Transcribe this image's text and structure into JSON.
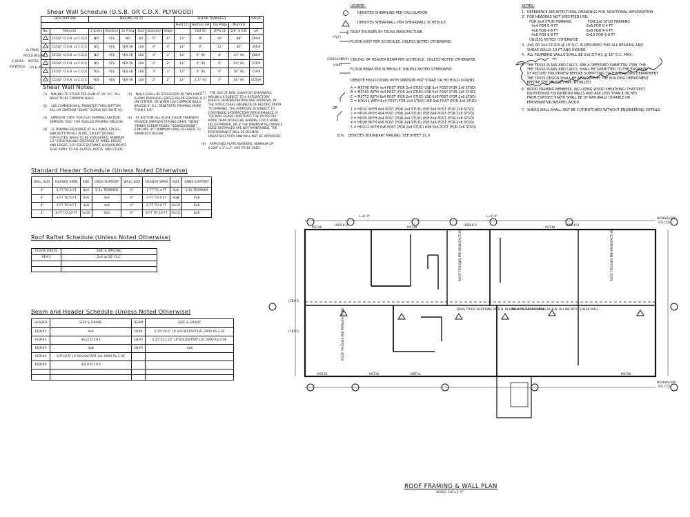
{
  "shear_wall": {
    "title": "Shear Wall Schedule (O.S.B. OR C.D.X. PLYWOOD)",
    "col_description": "DESCRIPTION",
    "col_nailing": "NAILING (5)(7)",
    "col_shear": "SHEAR TRANSFER",
    "col_value": "VALUE",
    "sub": [
      "No.",
      "Material",
      "2 Sides",
      "Blocked",
      "3x Frmg",
      "Size",
      "Boundry",
      "Edge",
      "Field (1)",
      "16d (2)",
      "LTPS (3)",
      "5/8\" ø A.B.",
      "plf"
    ],
    "sub_bottom": "Bottom Sill",
    "sub_top": "Top Plate",
    "sub_mud": "Mud Sill",
    "rows": [
      [
        "15/32\" O.S.B. or C.D.X",
        "NO",
        "YES",
        "NO",
        "8d",
        "6\"",
        "6\"",
        "12\"",
        "8\"",
        "16\"",
        "48\"",
        "260#"
      ],
      [
        "15/32\" O.S.B. or C.D.X",
        "NO",
        "YES",
        "YES (4)",
        "10d",
        "4\"",
        "4\"",
        "12\"",
        "6\"",
        "12\"",
        "36\"",
        "340#"
      ],
      [
        "15/32\" O.S.B. or C.D.X",
        "NO",
        "YES",
        "YES (4)",
        "10d",
        "3\"",
        "3\"",
        "12\"",
        "5\" (6)",
        "8\"",
        "24\" (6)",
        "460#"
      ],
      [
        "15/32\" O.S.B. or C.D.X",
        "NO",
        "YES",
        "YES (4)",
        "10d",
        "2\"",
        "2\"",
        "12\"",
        "4\" (6)",
        "6\"",
        "24\" (6)",
        "570#"
      ],
      [
        "15/32\" O.S.B. or C.D.X",
        "YES",
        "YES",
        "YES (4)",
        "10d",
        "3\"",
        "3\"",
        "12\"",
        "4\" (6)",
        "6\"",
        "16\" (6)",
        "720#"
      ],
      [
        "15/32\" O.S.B. or C.D.X",
        "YES",
        "YES",
        "YES (4)",
        "10d",
        "2\"",
        "2\"",
        "12\"",
        "1.5\" (6)",
        "4\"",
        "16\" (6)",
        "1150#"
      ]
    ],
    "side_labels": [
      "3x FRMG",
      "REQ'D BELOW",
      "2 SIDES",
      "PLYWOOD",
      "NOTES",
      "(4) & (6)"
    ]
  },
  "shear_notes": {
    "title": "Shear Wall Notes:",
    "col1": "(1)    NAILING TO STUDS PER PLAN AT 16\" O.C. ALL\n       NAILS TO BE COMMON NAILS\n\n(2)    16D COMMON NAIL TRANSFER THRU BOTTOM\n       SILL OR SIMPSON \"SDWS\" SCREW SEE NOTE (6).\n\n(3)    SIMPSON \"LTP4\" FOR FLAT FRAMING ANCHOR,\n       SIMPSON \"A35\" FOR ANGLED FRAMING ANCHOR.\n\n(4)    3x FRAMING REQUIRED AT ALL PANEL EDGES,\n       AND BOTTOM SILL PLATE, EXCEPT DOUBLE\n       TOP-PLATES. NAILS TO BE STAGGERED. MINIMUM\n       1/2\" EDGE NAILING DISTANCE AT PANEL EDGES\n       AND EDGES. 1/2\" EDGE DISTANCE REQUIREMENTS\n       ALSO APPLY TO ALL PLATES, POSTS, AND STUDS.",
    "col2": "(5)    NAILS SHALL BE STAGGERED IN TWO LINES\n       ALONG PARRALLEL EDGES WHEN SPACING IS 2\"\n       ON CENTER, OR WHEN 10d COMMON NAILS\n       SPACED 3\" O.C. PENETRATE FRAMING MORE\n       THAN 1 5/8\".\n\n(6)    AT BOTTOM SILL PLATE FLOOR TRANSFER\n       PROVIDE SIMPSON STRONG DRIVE \"SDWS\"\n       TIMBER SCREW MODEL \"SDWS22600DB\"\n       6 INCHES (6\") MINIMUM LONG SECURED TO\n       RIM/BLOCK BELOW",
    "col3": "(7)    THE USE OF NAIL GUNS FOR SHEARWALL\n       NAILING IS SUBJECT TO A SATISFACTORY\n       JOBSITE DEMONSTRATION AND APPROVAL BY\n       THE STRUCTURAL ENGINEER OF RECORD PRIOR\n       TO FRAMING. THE APPROVAL IS SUBJECT TO\n       CONTINUED SATISFACTORY PERFORMANCE. IF\n       THE NAIL HEADS PENETRATE THE OUTER PLY\n       MORE THAN WOULD BE NORMAL FOR A HAND\n       HELD HAMMER, OR IF THE MINIMUM ALLOWABLE\n       EDGE DISTANCES ARE NOT MAINTAINED, THE\n       PERFORMANCE WILL BE DEEMED\n       UNSATISFACTORY AND WILL NOT BE APPROVED.\n\n(8)    APPROVED PLATE WASHERS, MINIMUM OF\n       0.229\" x 3\" x 3\", ARE TO BE USED"
  },
  "header": {
    "title": "Standard Header Schedule (Unless Noted Otherwise)",
    "cols": [
      "WALL SIZE",
      "HEADER SPAN",
      "SIZE",
      "ENDS SUPPORT",
      "WALL SIZE",
      "HEADER SPAN",
      "SIZE",
      "ENDS SUPPORT"
    ],
    "rows": [
      [
        "4\"",
        "1 FT TO 4 FT",
        "4x4",
        "2-2x TRIMMER",
        "6\"",
        "1 FT TO 4 FT",
        "6x6",
        "2-2x TRIMMER"
      ],
      [
        "4\"",
        "4 FT TO 6 FT",
        "4x6",
        "4x4",
        "6\"",
        "4 FT TO 6 FT",
        "6x8",
        "4x6"
      ],
      [
        "4\"",
        "6 FT TO 8 FT",
        "4x8",
        "4x4",
        "6\"",
        "6 FT TO 8 FT",
        "6x10",
        "6x6"
      ],
      [
        "4\"",
        "8 FT TO 10 FT",
        "4x10",
        "6x4",
        "6\"",
        "8 FT TO 10 FT",
        "6x10",
        "6x6"
      ]
    ]
  },
  "rafter": {
    "title": "Roof Rafter Schedule (Unless Noted Otherwise)",
    "cols": [
      "FLOOR JOISTS",
      "SIZE & SPACING"
    ],
    "rows": [
      [
        "RR#1",
        "2x4 @ 16\" O.C."
      ]
    ]
  },
  "beam": {
    "title": "Beam and Header Schedule (Unless Noted Otherwise)",
    "cols": [
      "HEADER",
      "SIZE & GRADE",
      "BEAM",
      "SIZE & GRADE"
    ],
    "rows": [
      [
        "HDR#1",
        "4x6",
        "CB#1",
        "5.25\"x9.5\" LP SOLIDSTART LVL 2900 Fb-2.0E"
      ],
      [
        "HDR#2",
        "4x14 D.F.#1",
        "CB#2",
        "5.25\"x11.25\" LP SOLIDSTART LVL 2900 Fb-2.0E"
      ],
      [
        "HDR#3",
        "4x8",
        "CB#3",
        "4x8"
      ],
      [
        "HDR#4",
        "3.5\"x9.5\" LP SOLIDSTART LVL 2900 Fb-2.0E",
        "",
        ""
      ],
      [
        "HDR#5",
        "4x10 D.F.#1",
        "",
        ""
      ]
    ]
  },
  "legend": {
    "title": "LEGEND:",
    "items": [
      "DENOTES SHEARLINE PER CALCULATION",
      "DENOTES SHEARWALL PER SHEARWALL SCHEDULE",
      "ROOF TRUSSES BY TRUSS MANUFACTURE.",
      "FLOOR JOIST PER SCHEDULE, UNLESS NOTED OTHERWISE.",
      "CEILING OR HEADER BEAM PER SCHEDULE, UNLESS NOTED OTHERWISE.",
      "FLOOR BEAM PER SCHEDULE, UNLESS NOTED OTHERWISE.",
      "DENOTE HOLD-DOWN WITH SIMPSON MST STRAP OR HD HOLD-DOWNS."
    ],
    "sym_fj": "(FJ#)",
    "sym_cb": "(CB#)/(HDR#)",
    "sym_fb": "(FB#)",
    "straps": "A = MST48 WITH 4x4 POST (FOR 2x4 STUD) USE 6x4 POST (FOR 2x6 STUD)\nB = MST60 WITH 4x4 POST (FOR 2x4 STUD) USE 6x4 POST (FOR 2x6 STUD)\nC = MST72 WITH 6x4 POST (FOR 2x4 STUD) USE 6x6 POST (FOR 2x6 STUD)\nD = HDU11 WITH 6x4 POST (FOR 2x4 STUD) USE 6x6 POST (FOR 2x6 STUD)",
    "or": "OR",
    "hdu": "1 = HDU2 WITH 4x4 POST (FOR 2x4 STUD) USE 6x4 POST (FOR 2x6 STUD)\n2 = HDU4 WITH 4x4 POST (FOR 2x4 STUD) USE 6x4 POST (FOR 2x6 STUD)\n3 = HDU5 WITH 4x4 POST (FOR 2x4 STUD) USE 6x4 POST (FOR 2x6 STUD)\n4 = HDU8 WITH 4x6 POST (FOR 2x4 STUD) USE 6x6 POST (FOR 2x6 STUD)\n5 = HDU11 WITH 6x6 POST (FOR 2x4 STUD) USE 6x6 POST (FOR 2x6 STUD)",
    "bn": "B.N.   DENOTES BOUNDARY NAILING, SEE SHEET S1.0"
  },
  "notes": {
    "title": "NOTES:",
    "n1": "1.  REFERENCE ARCHITECTURAL DRAWINGS FOR ADDITIONAL INFORMATION",
    "n2": "2.  FOR HEADERS NOT SPECIFIED USE:\n       FOR 2x4 STUD FRAMING               FOR 2x6 STUD FRAMING\n         4x4 FOR 0-4 FT                          6x6 FOR 0-4 FT\n         4x6 FOR 4-6 FT                          6x8 FOR 4-6 FT\n         4x8 FOR 6-8 FT                          6x10 FOR 6-8 FT\n       UNLESS NOTED OTHERWISE",
    "n3": "3.  2x6 OR 3x4 STUDS @ 16\"O.C. IS REQUIRED FOR ALL BEARING AND\n     SHEAR WALLS 10 FT AND HIGHER.",
    "n4": "4.  ALL PLUMBING WALLS SHALL BE 2x6 D.F.#1 @ 16\" O.C. MAX.",
    "n5": "5.  THE TRUSS PLANS AND CALCS. ARE A DEFERRED SUBMITTAL ITEM. THE\n     THE TRUSS PLANS AND CALCS. SHALL BE SUBMITTED TO THE ENGINEER\n     OF RECORD FOR REVIEW BEFORE SUBMITTING TO THE BUILDING DEPARTMENT\n     THE TRUSS DESIGN SHALL BE APPROVED BY THE BUILDING DEPARTMENT\n     BEFORE THE TRUSSES ARE INSTALLED.",
    "n6": "6.  WOOD FRAMING MEMBERS, INCLUDING WOOD SHEATHING, THAT REST\n     ON EXTERIOR FOUNDATION WALLS AND ARE LESS THAN 8 INCHES\n     FROM EXPOSED EARTH SHALL BE OF NATURALLY DURABLE OR\n     PERSERVATIVE-TREATED WOOD.",
    "n7": "7.  SHEAR WALL SHALL NOT BE CUT/NOTCHED WITHOUT ENGINEERING DETAILS."
  },
  "plan": {
    "title": "ROOF FRAMING & WALL PLAN",
    "scale": "SCALE: 1/4\"=1'-0\"",
    "labels": {
      "mst48": "MST48",
      "mst36": "MST36",
      "hss": "HSS6x6x3/8\"",
      "stl": "STL.COL.",
      "hdr1": "(HDR#1)",
      "hdr3": "(HDR#3)",
      "cb1": "(CB#1)",
      "cb2": "(CB#2)",
      "drag": "DRAG TRUSS BLOCKING W/\nB.N. IN-LINE WITH SHEAR WALL",
      "roof": "ROOF TRUSSES PER\nMANUFACTURE",
      "dim": "L=8'-0\""
    }
  }
}
